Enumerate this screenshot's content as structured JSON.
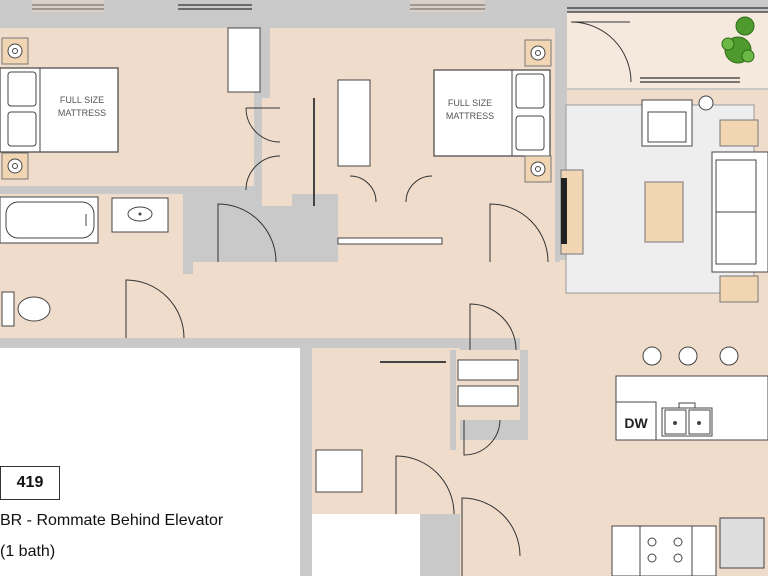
{
  "unit_number": "419",
  "caption_line1": "BR - Rommate Behind Elevator",
  "caption_line2": "(1 bath)",
  "bedroom1_bed_line1": "FULL SIZE",
  "bedroom1_bed_line2": "MATTRESS",
  "bedroom2_bed_line1": "FULL SIZE",
  "bedroom2_bed_line2": "MATTRESS",
  "dishwasher_label": "DW",
  "colors": {
    "floor": "#f0dccb",
    "wall": "#c9c9c9",
    "rug": "#eeeeee",
    "wood": "#f2d6b4",
    "plant": "#4f9a2e"
  }
}
